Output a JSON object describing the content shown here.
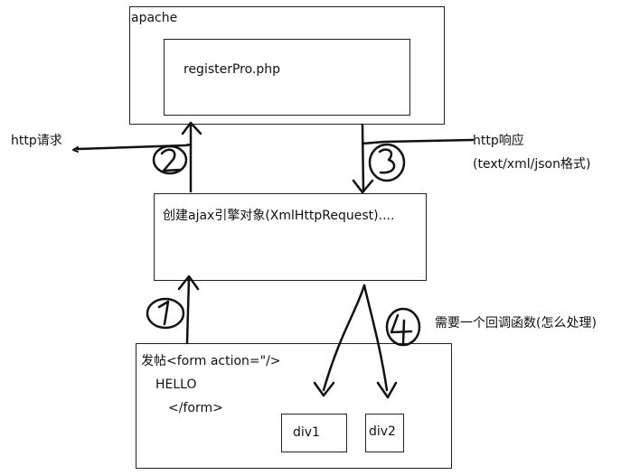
{
  "apache_box": {
    "label": "apache"
  },
  "php_box": {
    "label": "registerPro.php"
  },
  "ajax_box": {
    "label": "创建ajax引擎对象(XmlHttpRequest)...."
  },
  "request": {
    "label": "http请求"
  },
  "response": {
    "label": "http响应",
    "formats": "(text/xml/json格式)"
  },
  "callback": {
    "label": "需要一个回调函数(怎么处理)"
  },
  "page_box": {
    "line1": "发帖<form action=\"/>",
    "line2": "HELLO",
    "line3": "</form>",
    "div1": "div1",
    "div2": "div2"
  },
  "steps": {
    "one": "1",
    "two": "2",
    "three": "3",
    "four": "4"
  }
}
